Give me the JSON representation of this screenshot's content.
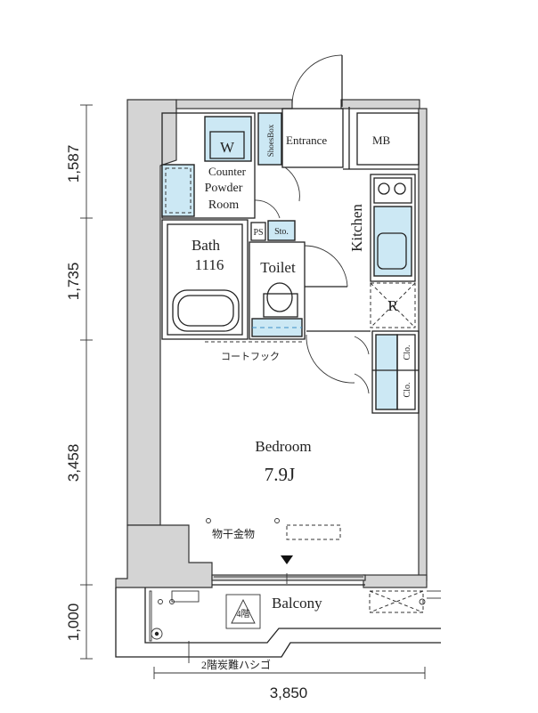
{
  "dimensions": {
    "left": [
      "1,587",
      "1,735",
      "3,458",
      "1,000"
    ],
    "bottom": "3,850"
  },
  "rooms": {
    "entrance": "Entrance",
    "mb": "MB",
    "w": "W",
    "shoes_box": "ShoesBox",
    "counter": "Counter",
    "powder": "Powder",
    "room": "Room",
    "bath": "Bath",
    "bath_size": "1116",
    "ps": "PS",
    "sto": "Sto.",
    "toilet": "Toilet",
    "kitchen": "Kitchen",
    "r": "R",
    "clo1": "Clo.",
    "clo2": "Clo.",
    "coat_hook": "コートフック",
    "bedroom": "Bedroom",
    "bedroom_size": "7.9J",
    "hanger": "物干金物",
    "balcony": "Balcony",
    "hatch": "4階",
    "ladder": "2階炭難ハシゴ"
  }
}
